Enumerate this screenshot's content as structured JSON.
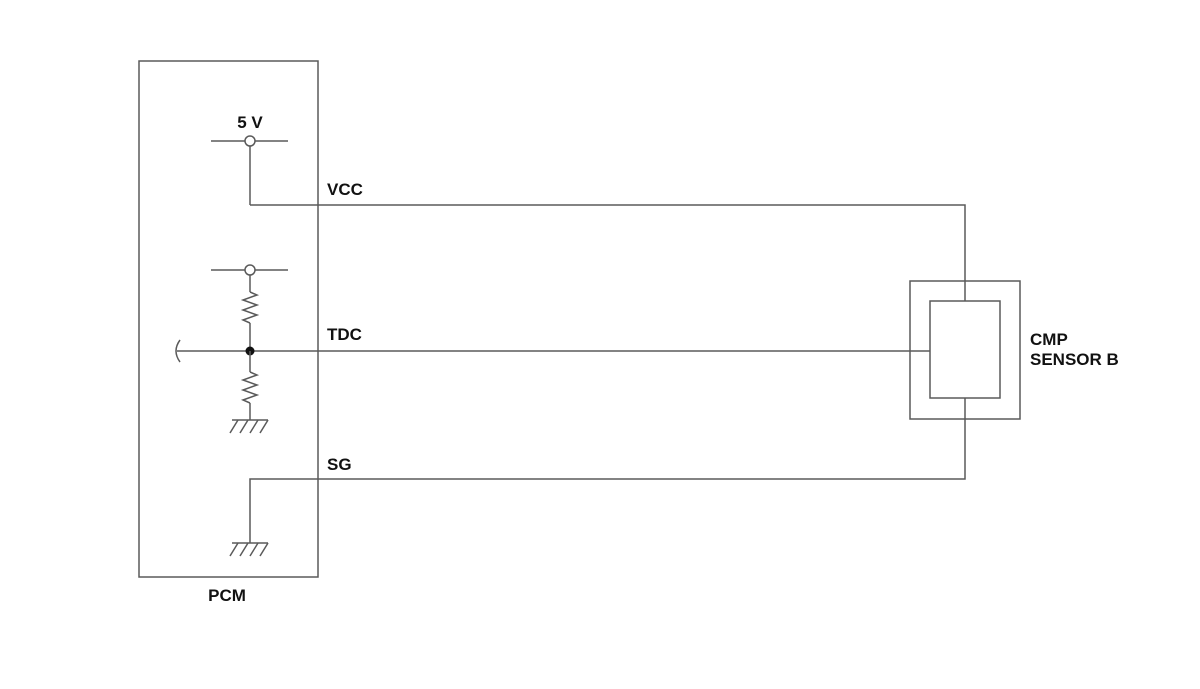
{
  "pcm": {
    "label": "PCM",
    "supply_label": "5 V"
  },
  "signals": {
    "vcc": "VCC",
    "tdc": "TDC",
    "sg": "SG"
  },
  "sensor": {
    "line1": "CMP",
    "line2": "SENSOR B"
  },
  "colors": {
    "wire": "#5a5a5a",
    "text": "#111111",
    "background": "#ffffff"
  }
}
